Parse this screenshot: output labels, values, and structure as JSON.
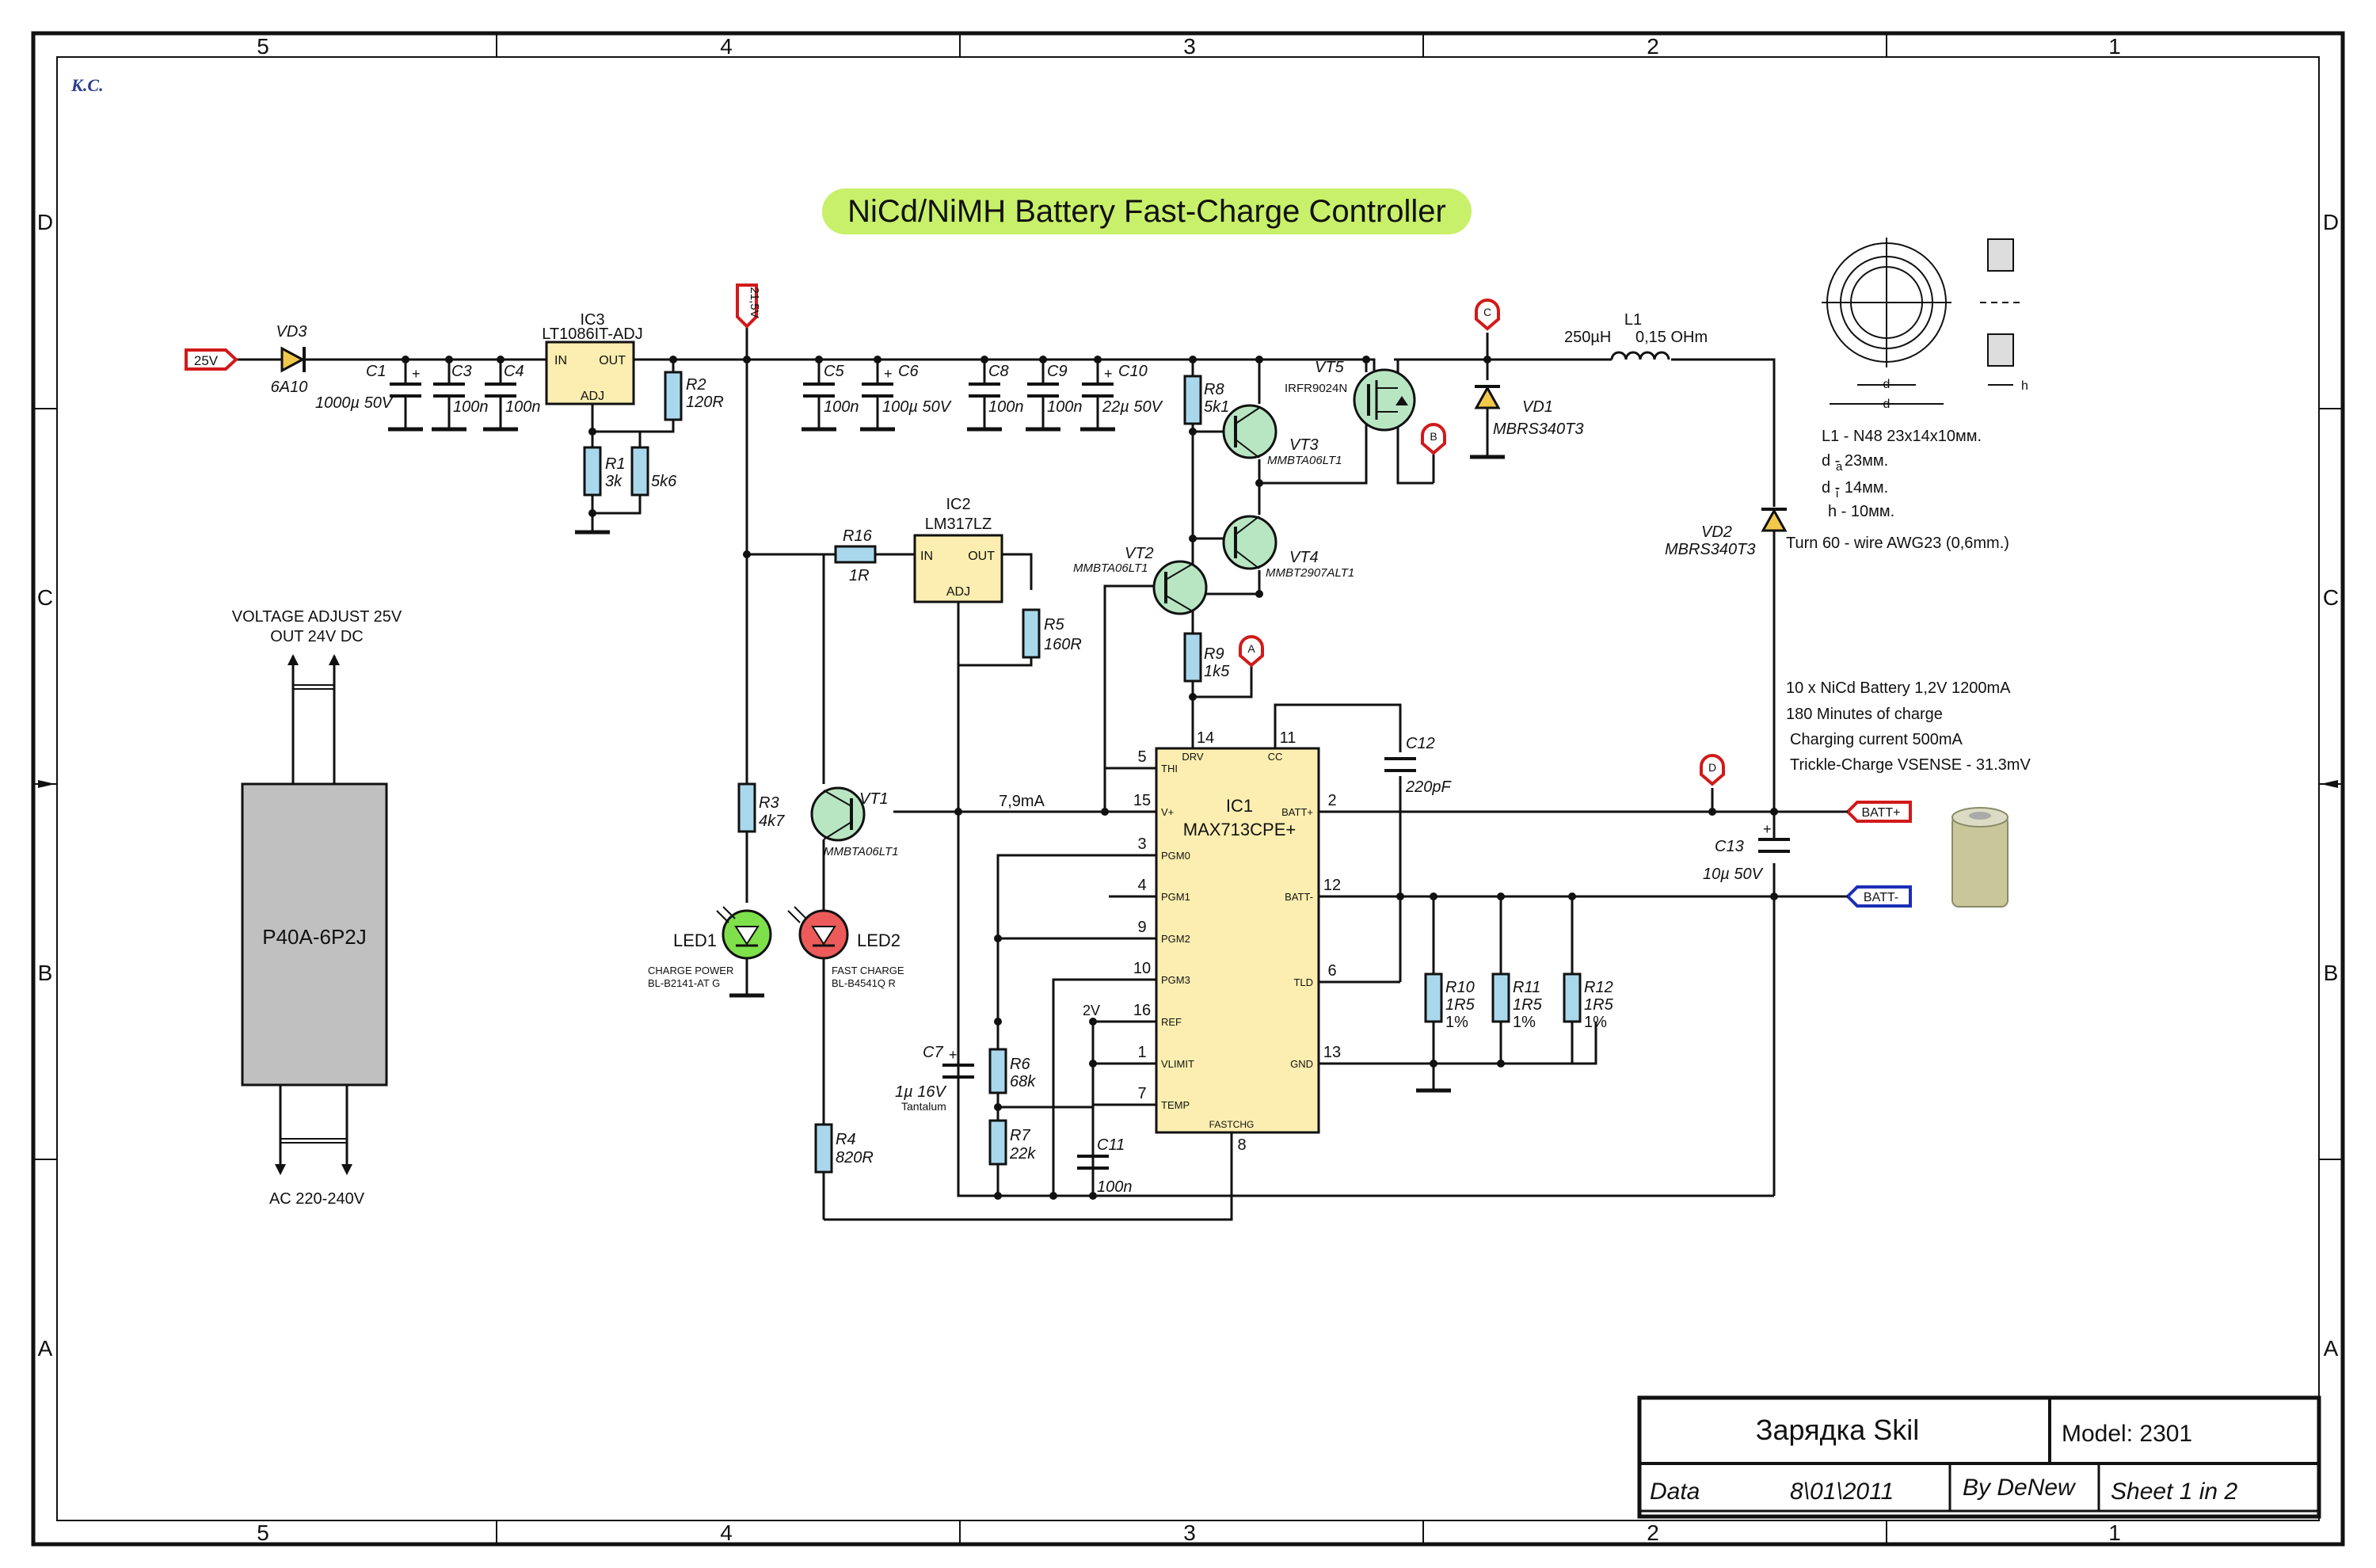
{
  "title": "NiCd/NiMH Battery Fast-Charge Controller",
  "author_mark": "К.С.",
  "frame": {
    "columns": [
      "5",
      "4",
      "3",
      "2",
      "1"
    ],
    "rows": [
      "D",
      "C",
      "B",
      "A"
    ]
  },
  "power_supply": {
    "label_top": "VOLTAGE ADJUST 25V",
    "label_top2": "OUT 24V DC",
    "model": "P40A-6P2J",
    "label_bottom": "AC 220-240V"
  },
  "flags": {
    "in_25v": "25V",
    "v21_5": "21,5V",
    "batt_plus": "BATT+",
    "batt_minus": "BATT-",
    "tp_a": "A",
    "tp_b": "B",
    "tp_c": "C",
    "tp_d": "D"
  },
  "parts": {
    "vd3": {
      "ref": "VD3",
      "val": "6A10"
    },
    "c1": {
      "ref": "C1",
      "val": "1000µ 50V"
    },
    "c3": {
      "ref": "C3",
      "val": "100n"
    },
    "c4": {
      "ref": "C4",
      "val": "100n"
    },
    "ic3": {
      "ref": "IC3",
      "val": "LT1086IT-ADJ",
      "in": "IN",
      "out": "OUT",
      "adj": "ADJ"
    },
    "r1": {
      "ref": "R1",
      "val": "3k",
      "val2": "5k6"
    },
    "r2": {
      "ref": "R2",
      "val": "120R"
    },
    "c5": {
      "ref": "C5",
      "val": "100n"
    },
    "c6": {
      "ref": "C6",
      "val": "100µ 50V"
    },
    "c8": {
      "ref": "C8",
      "val": "100n"
    },
    "c9": {
      "ref": "C9",
      "val": "100n"
    },
    "c10": {
      "ref": "C10",
      "val": "22µ 50V"
    },
    "r8": {
      "ref": "R8",
      "val": "5k1"
    },
    "vt3": {
      "ref": "VT3",
      "val": "MMBTA06LT1"
    },
    "vt4": {
      "ref": "VT4",
      "val": "MMBT2907ALT1"
    },
    "vt5": {
      "ref": "VT5",
      "val": "IRFR9024N"
    },
    "vd1": {
      "ref": "VD1",
      "val": "MBRS340T3"
    },
    "l1": {
      "ref": "L1",
      "val": "250µH",
      "val2": "0,15 OHm"
    },
    "vd2": {
      "ref": "VD2",
      "val": "MBRS340T3"
    },
    "r16": {
      "ref": "R16",
      "val": "1R"
    },
    "ic2": {
      "ref": "IC2",
      "val": "LM317LZ",
      "in": "IN",
      "out": "OUT",
      "adj": "ADJ"
    },
    "r5": {
      "ref": "R5",
      "val": "160R"
    },
    "vt2": {
      "ref": "VT2",
      "val": "MMBTA06LT1"
    },
    "r9": {
      "ref": "R9",
      "val": "1k5"
    },
    "r3": {
      "ref": "R3",
      "val": "4k7"
    },
    "vt1": {
      "ref": "VT1",
      "val": "MMBTA06LT1"
    },
    "led1": {
      "ref": "LED1",
      "desc": "CHARGE POWER",
      "val": "BL-B2141-AT G"
    },
    "led2": {
      "ref": "LED2",
      "desc": "FAST CHARGE",
      "val": "BL-B4541Q R"
    },
    "r4": {
      "ref": "R4",
      "val": "820R"
    },
    "c7": {
      "ref": "C7",
      "val": "1µ 16V",
      "note": "Tantalum"
    },
    "r6": {
      "ref": "R6",
      "val": "68k"
    },
    "r7": {
      "ref": "R7",
      "val": "22k"
    },
    "c11": {
      "ref": "C11",
      "val": "100n"
    },
    "c12": {
      "ref": "C12",
      "val": "220pF"
    },
    "c13": {
      "ref": "C13",
      "val": "10µ 50V"
    },
    "r10": {
      "ref": "R10",
      "val": "1R5",
      "tol": "1%"
    },
    "r11": {
      "ref": "R11",
      "val": "1R5",
      "tol": "1%"
    },
    "r12": {
      "ref": "R12",
      "val": "1R5",
      "tol": "1%"
    }
  },
  "ic1": {
    "ref": "IC1",
    "val": "MAX713CPE+",
    "current_label": "7,9mA",
    "ref_voltage": "2V",
    "pins_left": [
      {
        "num": "5",
        "name": "THI"
      },
      {
        "num": "15",
        "name": "V+"
      },
      {
        "num": "3",
        "name": "PGM0"
      },
      {
        "num": "4",
        "name": "PGM1"
      },
      {
        "num": "9",
        "name": "PGM2"
      },
      {
        "num": "10",
        "name": "PGM3"
      },
      {
        "num": "16",
        "name": "REF"
      },
      {
        "num": "1",
        "name": "VLIMIT"
      },
      {
        "num": "7",
        "name": "TEMP"
      }
    ],
    "pins_right": [
      {
        "num": "2",
        "name": "BATT+"
      },
      {
        "num": "12",
        "name": "BATT-"
      },
      {
        "num": "6",
        "name": "TLD"
      },
      {
        "num": "13",
        "name": "GND"
      }
    ],
    "pins_top": [
      {
        "num": "14",
        "name": "DRV"
      },
      {
        "num": "11",
        "name": "CC"
      }
    ],
    "pin_bottom": {
      "num": "8",
      "name": "FASTCHG"
    }
  },
  "inductor_spec": {
    "core": "L1 - N48 23x14x10мм.",
    "da": "d  - 23мм.",
    "da_sub": "a",
    "di": "d  - 14мм.",
    "di_sub": "i",
    "h": "h - 10мм.",
    "turns": "Turn 60 - wire AWG23  (0,6mm.)",
    "dim_di": "d",
    "dim_da": "d",
    "dim_h": "h"
  },
  "battery_notes": [
    "10 x NiCd Battery 1,2V 1200mA",
    "180 Minutes of charge",
    "Charging current  500mA",
    "Trickle-Charge VSENSE - 31.3mV"
  ],
  "title_block": {
    "name": "Зарядка Skil",
    "model": "Model: 2301",
    "data_label": "Data",
    "date": "8\\01\\2011",
    "by": "By DeNew",
    "sheet": "Sheet  1    in   2"
  },
  "colors": {
    "title_bg": "#c8f06a",
    "resistor": "#a9d8ec",
    "ic_body": "#fbeeb0",
    "transistor": "#b8e6c2",
    "flag_red": "#d11a1a",
    "flag_blue": "#1a2fb5",
    "led_green": "#7ee04a",
    "led_red": "#ec5a5a",
    "supply_box": "#c0c0c0"
  }
}
